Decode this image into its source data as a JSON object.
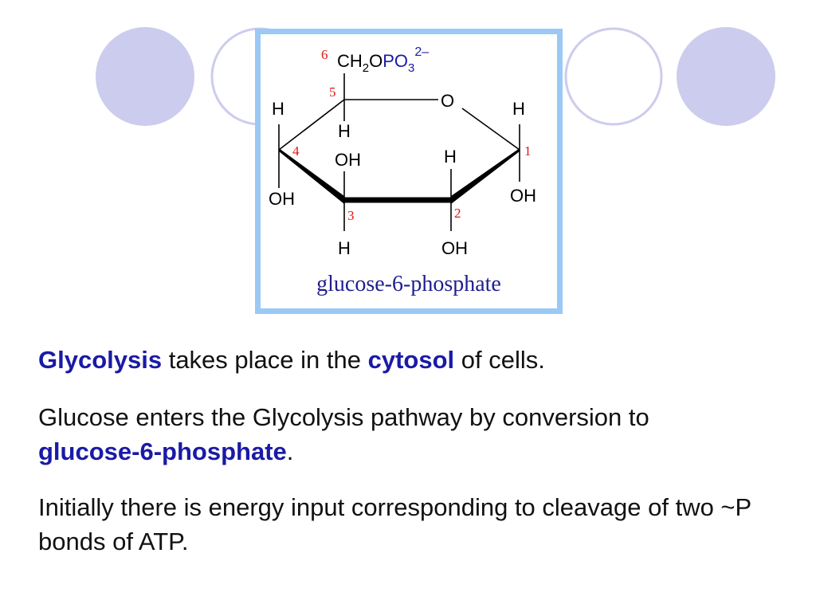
{
  "theme": {
    "circle_fill": "#ccccee",
    "circle_outline": "#ccccee",
    "frame_color": "#9ac9f5",
    "highlight_color": "#1a1aa6",
    "carbon_number_color": "#e01515"
  },
  "molecule": {
    "substituent_ch2": "CH",
    "substituent_sub2": "2",
    "substituent_o": "O",
    "substituent_po": "PO",
    "substituent_sub3": "3",
    "substituent_charge": "2–",
    "ring_o": "O",
    "h": "H",
    "oh": "OH",
    "carbon_numbers": [
      "1",
      "2",
      "3",
      "4",
      "5",
      "6"
    ],
    "caption": "glucose-6-phosphate"
  },
  "text": {
    "p1": {
      "bold1": "Glycolysis",
      "mid": " takes place in the ",
      "bold2": "cytosol",
      "end": " of cells."
    },
    "p2": {
      "start": "Glucose enters the Glycolysis pathway by conversion to ",
      "bold": "glucose-6-phosphate",
      "end": "."
    },
    "p3": "Initially there is energy input corresponding to cleavage of two ~P bonds of ATP."
  }
}
